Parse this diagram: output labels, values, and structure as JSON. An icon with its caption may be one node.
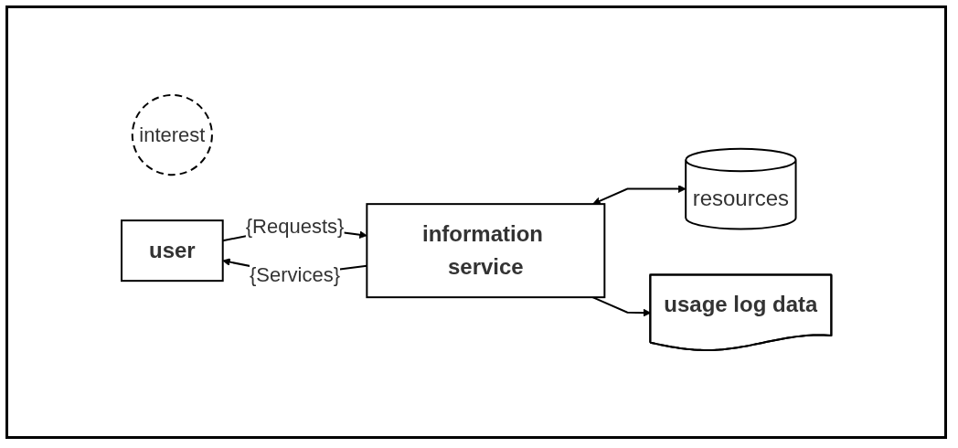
{
  "diagram": {
    "nodes": [
      {
        "text": [
          "interest"
        ]
      },
      {
        "text": [
          "user"
        ]
      },
      {
        "text": [
          "information service"
        ]
      },
      {
        "text": [
          "resources"
        ]
      },
      {
        "text": [
          "usage log data"
        ]
      }
    ],
    "edges": [
      {
        "from": 1,
        "to": 2,
        "arrow": "to",
        "label": "{Requests}"
      },
      {
        "from": 2,
        "to": 1,
        "arrow": "to",
        "label": "{Services}"
      },
      {
        "from": 2,
        "to": 3,
        "arrow": "both"
      },
      {
        "from": 2,
        "to": 4,
        "arrow": "to"
      }
    ]
  }
}
